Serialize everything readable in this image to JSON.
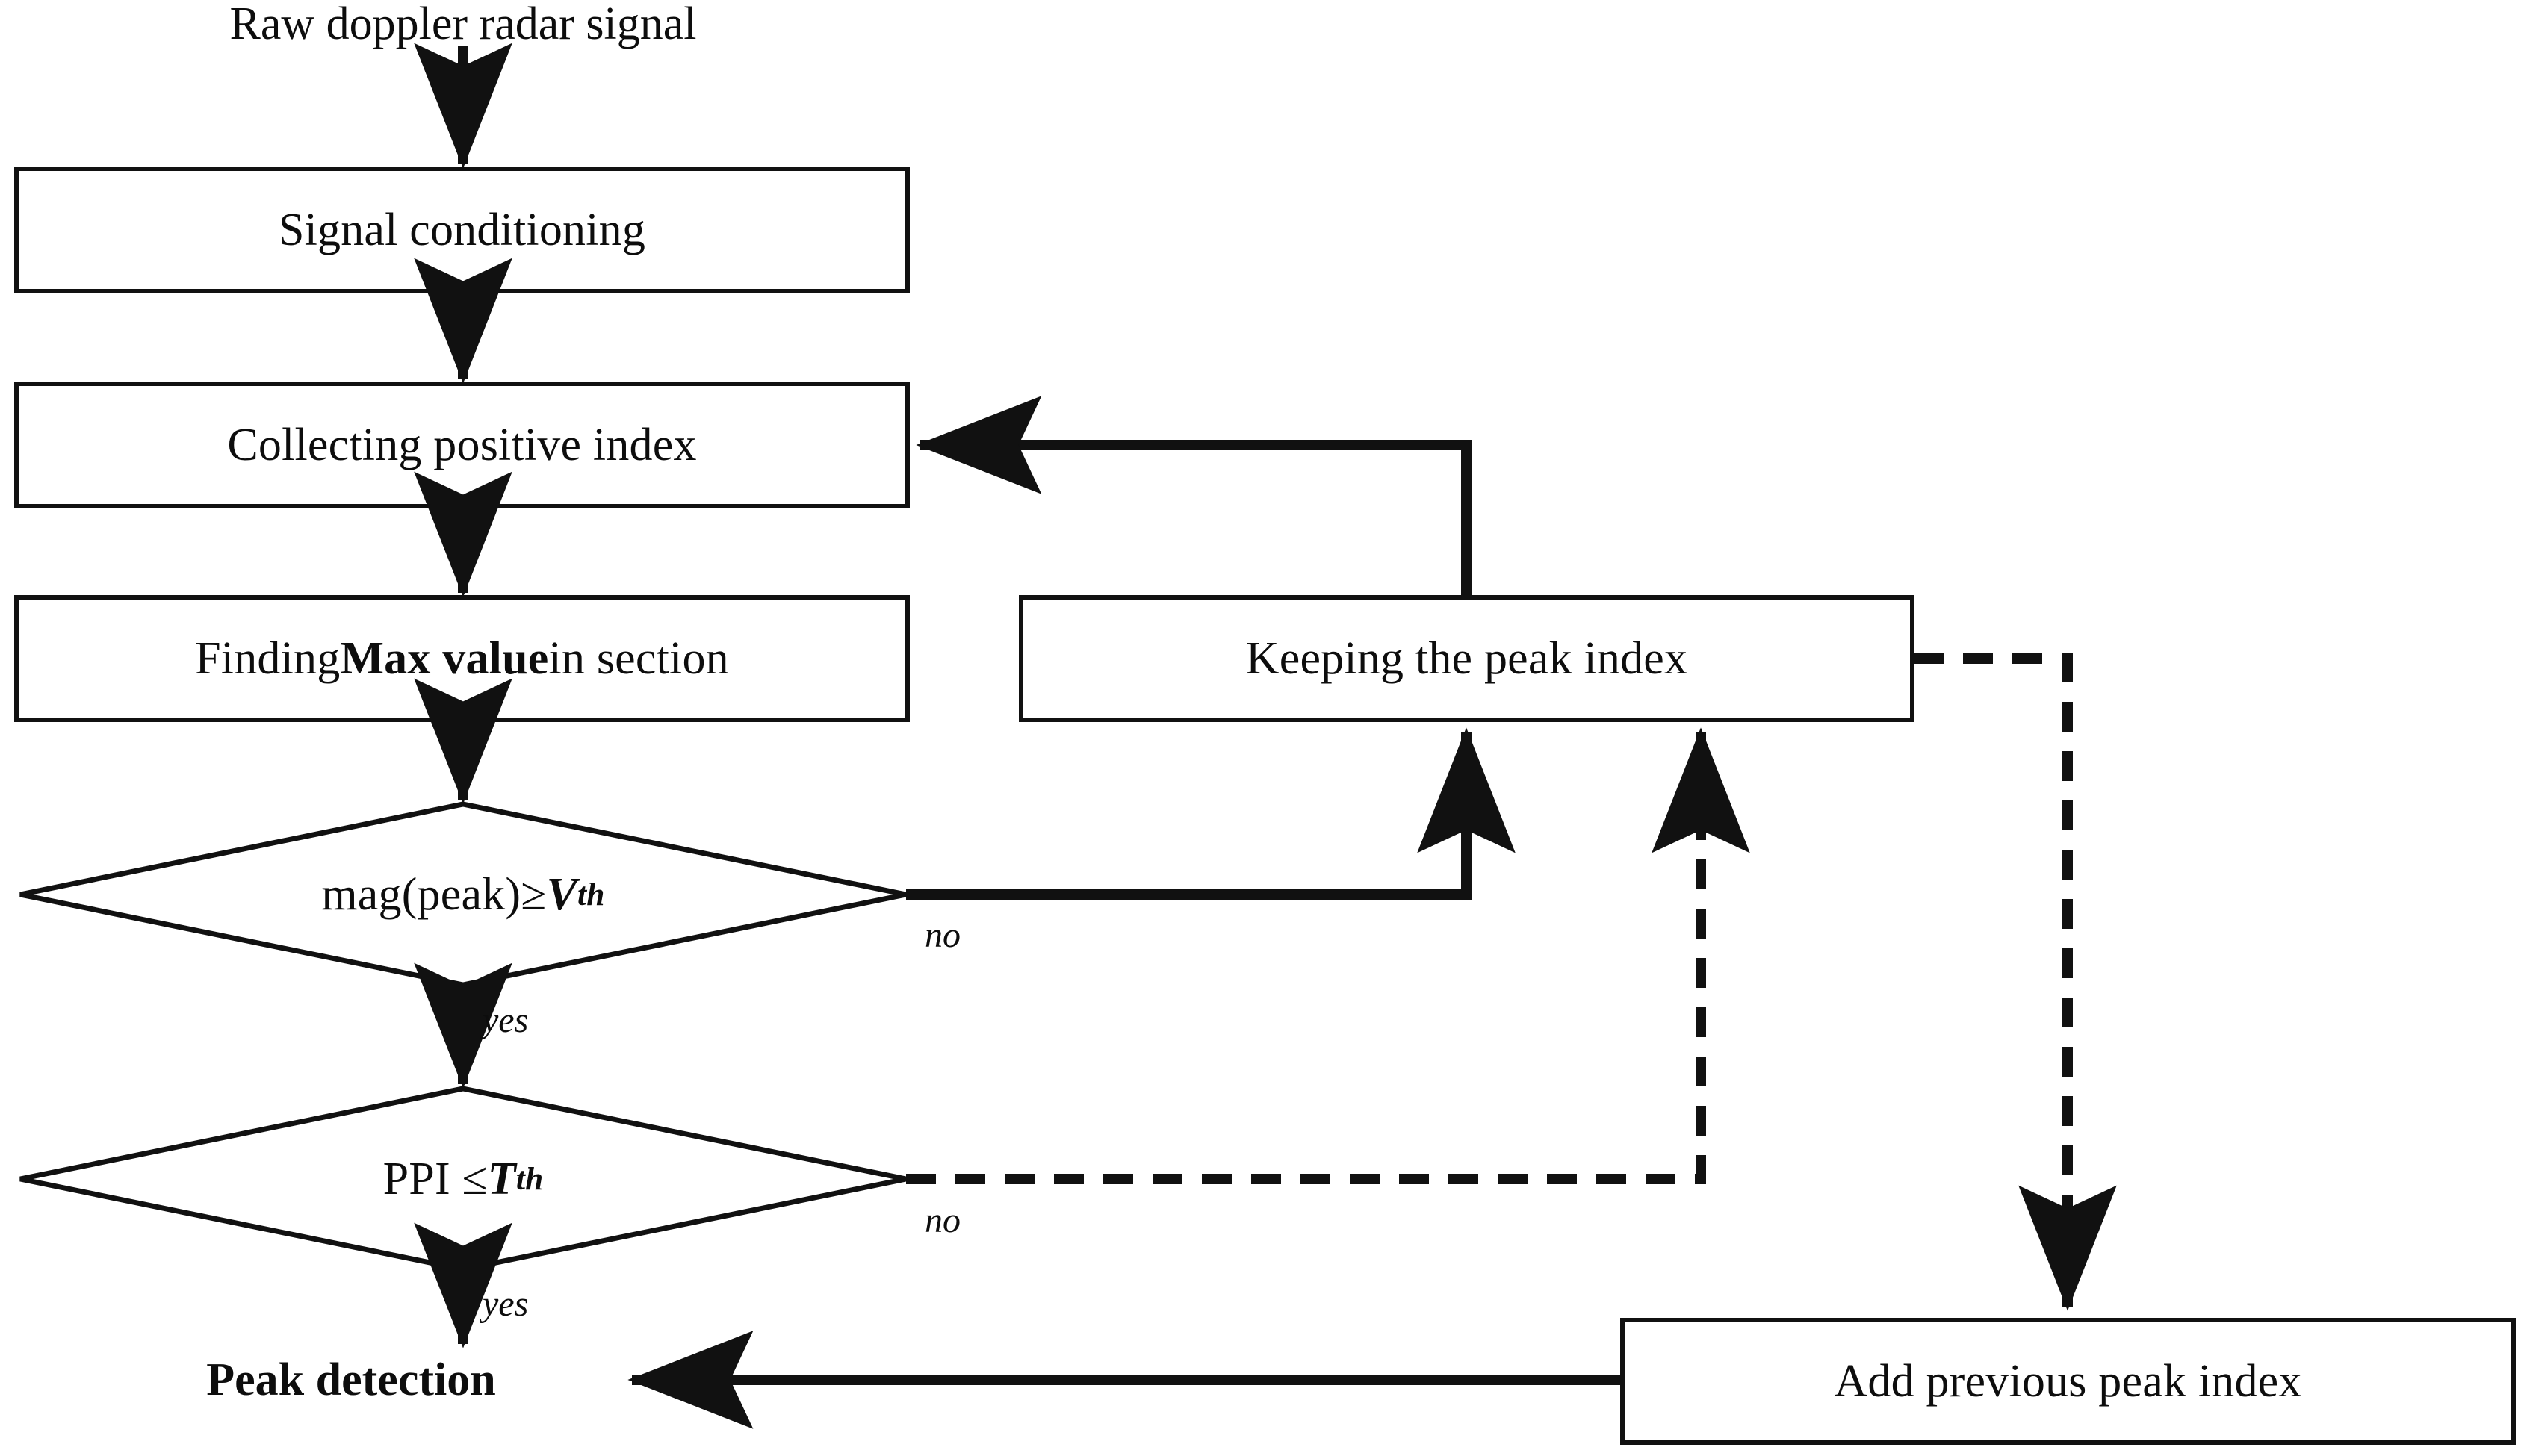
{
  "diagram": {
    "title": "Peak detection flowchart",
    "type": "flowchart",
    "colors": {
      "stroke": "#111111",
      "fill": "#ffffff",
      "text": "#0d0d0d"
    },
    "entry_label": "Raw doppler radar signal",
    "terminal_label": "Peak detection",
    "nodes": [
      {
        "id": "raw",
        "shape": "text",
        "label": "Raw doppler radar signal"
      },
      {
        "id": "cond",
        "shape": "process",
        "label": "Signal conditioning"
      },
      {
        "id": "collect",
        "shape": "process",
        "label": "Collecting positive index"
      },
      {
        "id": "findmax",
        "shape": "process",
        "label_pre": "Finding ",
        "label_bold": "Max value",
        "label_post": " in section"
      },
      {
        "id": "magpeak",
        "shape": "decision",
        "label_pre": "mag(peak)≥ ",
        "label_sym": "V",
        "label_sub": "th"
      },
      {
        "id": "ppi",
        "shape": "decision",
        "label_pre": "PPI ≤ ",
        "label_sym": "T",
        "label_sub": "th"
      },
      {
        "id": "keep",
        "shape": "process",
        "label": "Keeping the peak index"
      },
      {
        "id": "addprev",
        "shape": "process",
        "label": "Add previous peak index"
      },
      {
        "id": "peakdet",
        "shape": "text",
        "label": "Peak detection"
      }
    ],
    "edges": [
      {
        "from": "raw",
        "to": "cond",
        "style": "solid",
        "label": ""
      },
      {
        "from": "cond",
        "to": "collect",
        "style": "solid",
        "label": ""
      },
      {
        "from": "collect",
        "to": "findmax",
        "style": "solid",
        "label": ""
      },
      {
        "from": "findmax",
        "to": "magpeak",
        "style": "solid",
        "label": ""
      },
      {
        "from": "magpeak",
        "to": "keep",
        "style": "solid",
        "label": "no"
      },
      {
        "from": "magpeak",
        "to": "ppi",
        "style": "solid",
        "label": "yes"
      },
      {
        "from": "keep",
        "to": "collect",
        "style": "solid",
        "label": ""
      },
      {
        "from": "ppi",
        "to": "keep",
        "style": "dashed",
        "label": "no"
      },
      {
        "from": "ppi",
        "to": "peakdet",
        "style": "solid",
        "label": "yes"
      },
      {
        "from": "keep",
        "to": "addprev",
        "style": "dashed",
        "label": ""
      },
      {
        "from": "addprev",
        "to": "peakdet",
        "style": "solid",
        "label": ""
      }
    ],
    "edge_labels": {
      "mag_no": "no",
      "mag_yes": "yes",
      "ppi_no": "no",
      "ppi_yes": "yes"
    }
  }
}
